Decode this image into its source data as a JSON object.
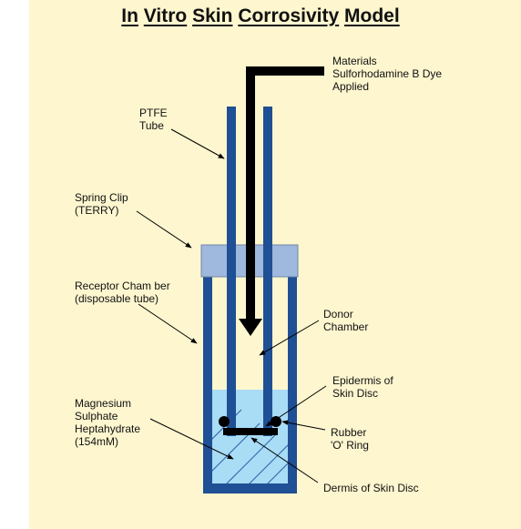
{
  "title": {
    "parts": [
      "In",
      "Vitro",
      "Skin",
      "Corrosivity",
      "Model"
    ]
  },
  "labels": {
    "materials": [
      "Materials",
      "Sulforhodamine B Dye",
      "Applied"
    ],
    "ptfe": [
      "PTFE",
      "Tube"
    ],
    "spring_clip": [
      "Spring Clip",
      "(TERRY)"
    ],
    "receptor": [
      "Receptor Cham ber",
      "(disposable tube)"
    ],
    "donor": [
      "Donor",
      "Chamber"
    ],
    "magnesium": [
      "Magnesium",
      "Sulphate",
      "Heptahydrate",
      "(154mM)"
    ],
    "epidermis": [
      "Epidermis of",
      "Skin Disc"
    ],
    "rubber": [
      "Rubber",
      "'O' Ring"
    ],
    "dermis": [
      "Dermis of Skin Disc"
    ]
  },
  "colors": {
    "background": "#fdf6cf",
    "tube_blue": "#1f4f94",
    "clip_blue": "#9fb8dd",
    "liquid_blue": "#a9dcf5",
    "black": "#000000"
  }
}
